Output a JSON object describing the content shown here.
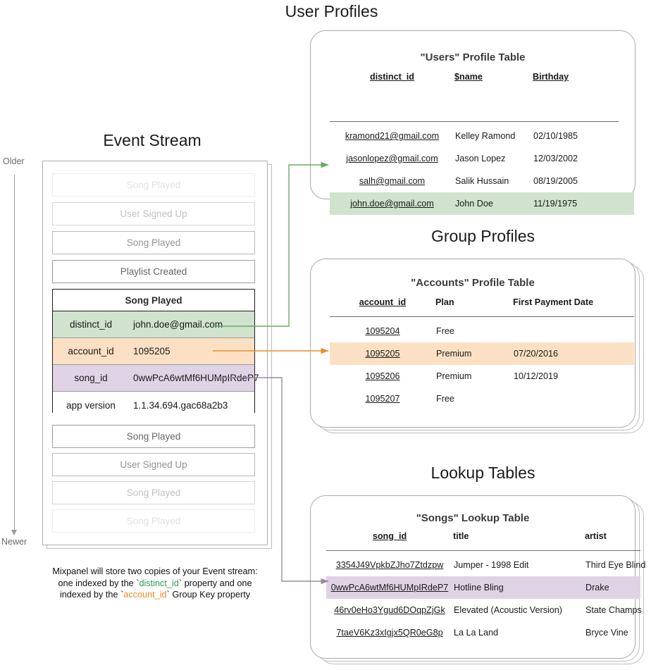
{
  "sections": {
    "event_stream_title": "Event Stream",
    "user_profiles_title": "User Profiles",
    "group_profiles_title": "Group Profiles",
    "lookup_tables_title": "Lookup Tables"
  },
  "time_axis": {
    "top_label": "Older",
    "bottom_label": "Newer"
  },
  "event_stream": {
    "events_before": [
      {
        "label": "Song Played",
        "fade": "f4"
      },
      {
        "label": "User Signed Up",
        "fade": "f3"
      },
      {
        "label": "Song Played",
        "fade": "f2"
      },
      {
        "label": "Playlist Created",
        "fade": "f1"
      }
    ],
    "selected_event": {
      "name": "Song Played",
      "properties": [
        {
          "key": "distinct_id",
          "value": "john.doe@gmail.com",
          "highlight": "green"
        },
        {
          "key": "account_id",
          "value": "1095205",
          "highlight": "orange"
        },
        {
          "key": "song_id",
          "value": "0wwPcA6wtMf6HUMpIRdeP7",
          "highlight": "purple"
        },
        {
          "key": "app version",
          "value": "1.1.34.694.gac68a2b3",
          "highlight": "none"
        }
      ]
    },
    "events_after": [
      {
        "label": "Song Played",
        "fade": "f1"
      },
      {
        "label": "User Signed Up",
        "fade": "f2"
      },
      {
        "label": "Song Played",
        "fade": "f3"
      },
      {
        "label": "Song Played",
        "fade": "f4"
      }
    ]
  },
  "users_table": {
    "title": "\"Users\" Profile Table",
    "columns": [
      "distinct_id",
      "$name",
      "Birthday"
    ],
    "rows": [
      {
        "cells": [
          "kramond21@gmail.com",
          "Kelley Ramond",
          "02/10/1985"
        ],
        "highlight": false
      },
      {
        "cells": [
          "jasonlopez@gmail.com",
          "Jason Lopez",
          "12/03/2002"
        ],
        "highlight": false
      },
      {
        "cells": [
          "salh@gmail.com",
          "Salik Hussain",
          "08/19/2005"
        ],
        "highlight": false
      },
      {
        "cells": [
          "john.doe@gmail.com",
          "John Doe",
          "11/19/1975"
        ],
        "highlight": true
      }
    ]
  },
  "accounts_table": {
    "title": "\"Accounts\" Profile Table",
    "columns": [
      "account_id",
      "Plan",
      "First Payment Date"
    ],
    "rows": [
      {
        "cells": [
          "1095204",
          "Free",
          ""
        ],
        "highlight": false
      },
      {
        "cells": [
          "1095205",
          "Premium",
          "07/20/2016"
        ],
        "highlight": true
      },
      {
        "cells": [
          "1095206",
          "Premium",
          "10/12/2019"
        ],
        "highlight": false
      },
      {
        "cells": [
          "1095207",
          "Free",
          ""
        ],
        "highlight": false
      }
    ]
  },
  "songs_table": {
    "title": "\"Songs\" Lookup Table",
    "columns": [
      "song_id",
      "title",
      "artist"
    ],
    "rows": [
      {
        "cells": [
          "3354J49VpkbZJho7Ztdzpw",
          "Jumper - 1998 Edit",
          "Third Eye Blind"
        ],
        "highlight": false
      },
      {
        "cells": [
          "0wwPcA6wtMf6HUMpIRdeP7",
          "Hotline Bling",
          "Drake"
        ],
        "highlight": true
      },
      {
        "cells": [
          "46rv0eHo3Ygud6DOqpZjGk",
          "Elevated (Acoustic Version)",
          "State Champs"
        ],
        "highlight": false
      },
      {
        "cells": [
          "7taeV6Kz3xIgjx5QR0eG8p",
          "La La Land",
          "Bryce Vine"
        ],
        "highlight": false
      }
    ]
  },
  "caption": {
    "line1": "Mixpanel will store two copies of your Event stream:",
    "line2_a": "one indexed by the `",
    "line2_key": "distinct_id",
    "line2_b": "` property and one",
    "line3_a": "indexed by the `",
    "line3_key": "account_id",
    "line3_b": "` Group Key property"
  },
  "colors": {
    "green_fill": "#cfe3cd",
    "green_line": "#6aa86b",
    "orange_fill": "#fbe0c4",
    "orange_line": "#e8912a",
    "purple_fill": "#e0d3e6",
    "purple_line": "#a990b4",
    "card_border": "#a9a9a9"
  }
}
